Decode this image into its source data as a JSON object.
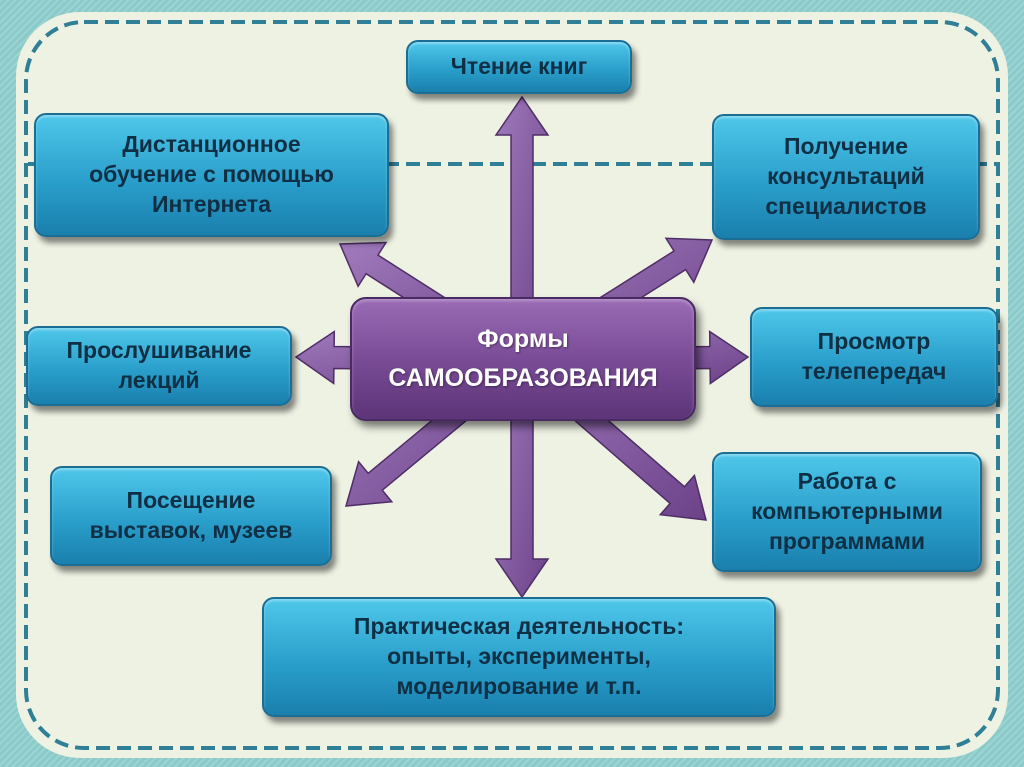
{
  "diagram": {
    "center_label": "Формы\nСАМООБРАЗОВАНИЯ",
    "nodes": [
      {
        "id": "reading-books",
        "label": "Чтение книг"
      },
      {
        "id": "distance-learning",
        "label": "Дистанционное\nобучение с помощью\nИнтернета"
      },
      {
        "id": "consultations",
        "label": "Получение\nконсультаций\nспециалистов"
      },
      {
        "id": "lectures",
        "label": "Прослушивание\nлекций"
      },
      {
        "id": "tv-programs",
        "label": "Просмотр\nтелепередач"
      },
      {
        "id": "exhibitions",
        "label": "Посещение\nвыставок, музеев"
      },
      {
        "id": "computer-programs",
        "label": "Работа с\nкомпьютерными\nпрограммами"
      },
      {
        "id": "practical-activity",
        "label": "Практическая деятельность:\nопыты, эксперименты,\nмоделирование и т.п."
      }
    ],
    "colors": {
      "center_fill": "#7a4c97",
      "arrow_fill": "#8a5aa8",
      "node_fill": "#2a9fcb",
      "frame_dash": "#2f7f97",
      "background": "#eef2e3"
    }
  }
}
